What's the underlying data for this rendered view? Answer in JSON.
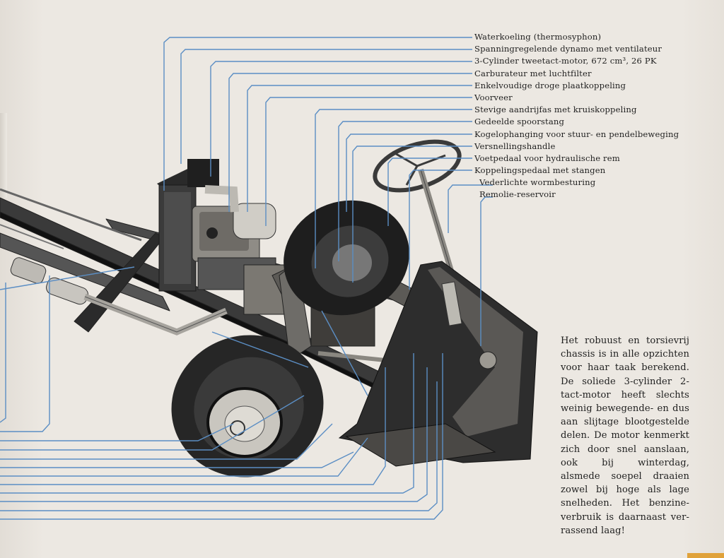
{
  "labels": [
    "Waterkoeling (thermosyphon)",
    "Spanningregelende dynamo met ventilateur",
    "3-Cylinder tweetact-motor, 672 cm³, 26 PK",
    "Carburateur met luchtfilter",
    "Enkelvoudige droge plaatkoppeling",
    "Voorveer",
    "Stevige aandrijfas met kruiskoppeling",
    "Gedeelde spoorstang",
    "Kogelophanging voor stuur- en pendelbeweging",
    "Versnellingshandle",
    "Voetpedaal voor hydraulische rem",
    "Koppelingspedaal met stangen",
    "Vederlichte wormbesturing",
    "Remolie-reservoir"
  ],
  "caption": "Het robuust en torsievrij chassis is in alle opzichten voor haar taak berekend. De soliede 3-cylinder 2-tact-motor heeft slechts weinig bewegende- en dus aan slijtage blootgestelde delen. De motor kenmerkt zich door snel aanslaan, ook bij winterdag, alsmede soepel draaien zowel bij hoge als lage snelheden. Het benzine-verbruik is daarnaast ver-rassend laag!",
  "colors": {
    "leader_line": "#5b8ec4",
    "paper": "#ece8e2",
    "ink": "#1f1f1f"
  }
}
